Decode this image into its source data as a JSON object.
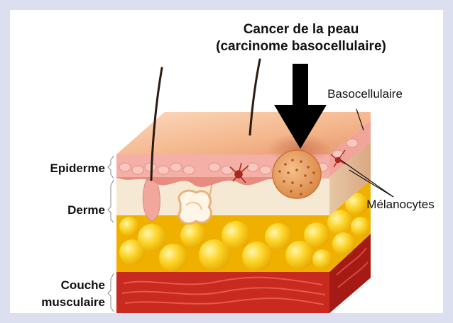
{
  "title": {
    "line1": "Cancer de la peau",
    "line2": "(carcinome basocellulaire)"
  },
  "labels": {
    "epidermis": "Epiderme",
    "dermis": "Derme",
    "muscle_line1": "Couche",
    "muscle_line2": "musculaire",
    "basal": "Basocellulaire",
    "melanocytes": "Mélanocytes"
  },
  "colors": {
    "background_border": "#dcdff0",
    "skin_surface": "#f2b48c",
    "epidermis": "#f2a8a0",
    "dermis": "#f5e6cf",
    "fat": "#f7c51a",
    "muscle": "#c8281e",
    "tumor": "#e59a5a",
    "arrow": "#000000"
  }
}
